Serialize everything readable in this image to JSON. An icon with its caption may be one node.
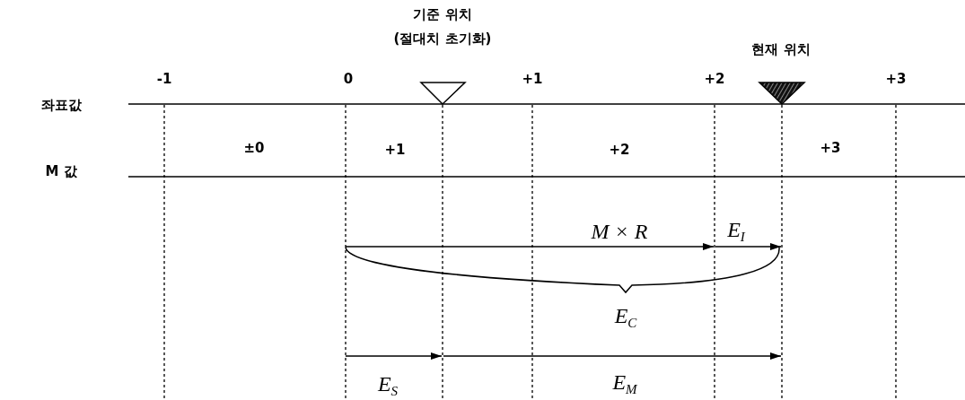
{
  "diagram": {
    "labels": [
      "기준 위치",
      "(절대치 초기화)",
      "현재 위치",
      "-1",
      "0",
      "+1",
      "+2",
      "+3",
      "좌표값",
      "±0",
      "+1",
      "+2",
      "+3",
      "M 값",
      "M × R",
      "E$_{I}$",
      "E$_{C}$",
      "E$_{S}$",
      "E$_{M}$"
    ]
  }
}
